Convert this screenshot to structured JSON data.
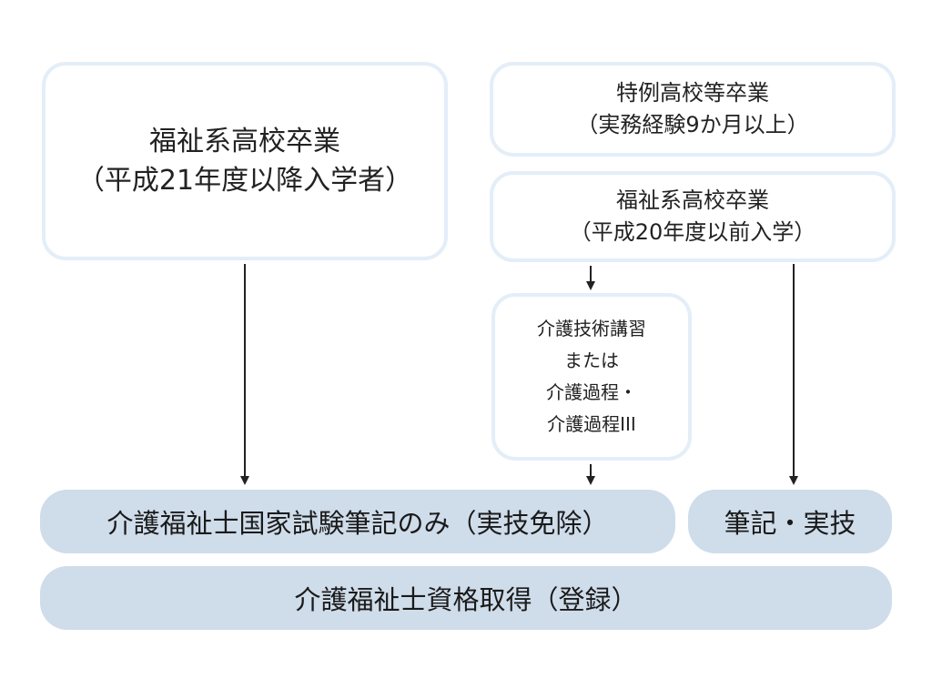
{
  "boxes": {
    "left": {
      "line1": "福祉系高校卒業",
      "line2": "（平成21年度以降入学者）"
    },
    "top_right_1": {
      "line1": "特例高校等卒業",
      "line2": "（実務経験9か月以上）"
    },
    "top_right_2": {
      "line1": "福祉系高校卒業",
      "line2": "（平成20年度以前入学）"
    },
    "course": {
      "line1": "介護技術講習",
      "line2": "または",
      "line3": "介護過程・",
      "line4": "介護過程III"
    }
  },
  "results": {
    "written_only": "介護福祉士国家試験筆記のみ（実技免除）",
    "written_and_practical": "筆記・実技",
    "qualification": "介護福祉士資格取得（登録）"
  },
  "colors": {
    "box_border": "#e3eef8",
    "pill_fill": "#cfdcea",
    "arrow": "#222222"
  }
}
